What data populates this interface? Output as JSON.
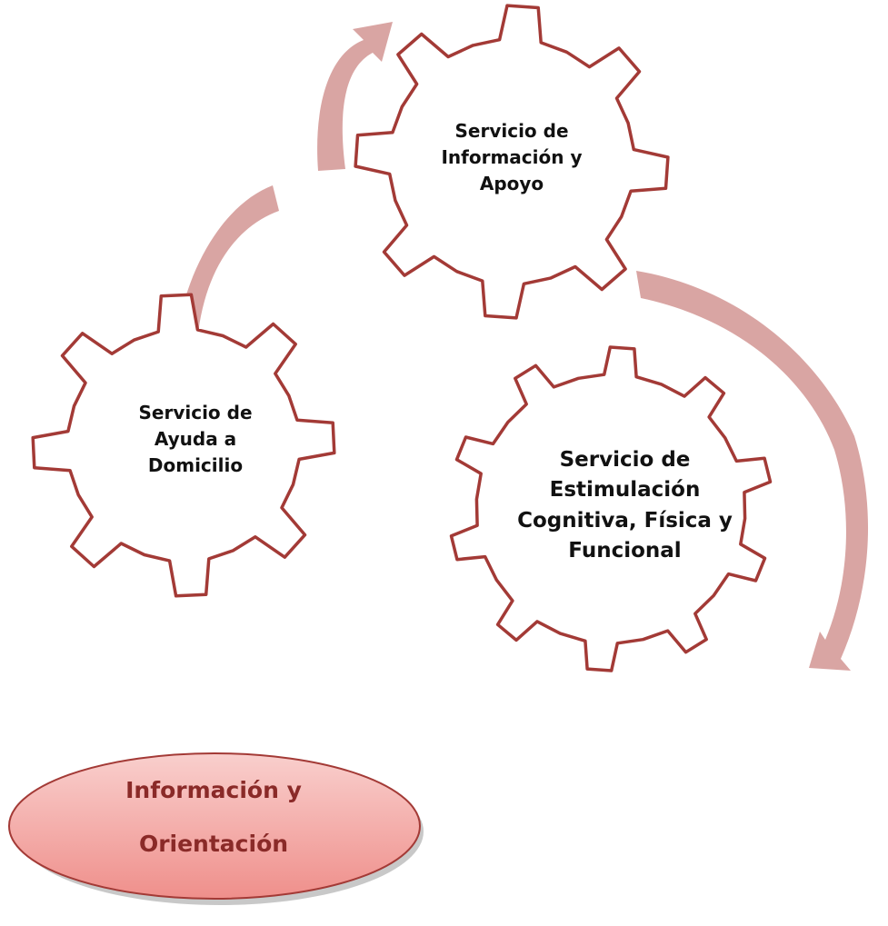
{
  "diagram": {
    "gears": [
      {
        "id": "info-apoyo",
        "lines": [
          "Servicio de",
          "Información y",
          "Apoyo"
        ]
      },
      {
        "id": "ayuda-domicilio",
        "lines": [
          "Servicio de",
          "Ayuda a",
          "Domicilio"
        ]
      },
      {
        "id": "estimulacion",
        "lines": [
          "Servicio de",
          "Estimulación",
          "Cognitiva, Física y",
          "Funcional"
        ]
      }
    ],
    "ellipse": {
      "lines": [
        "Información y",
        "Orientación"
      ]
    },
    "colors": {
      "gear_stroke": "#a33a36",
      "arrow_fill": "#d9a5a3",
      "ellipse_fill_top": "#f9cfcd",
      "ellipse_fill_bottom": "#ef8f8b",
      "ellipse_text": "#8a2a28"
    }
  }
}
